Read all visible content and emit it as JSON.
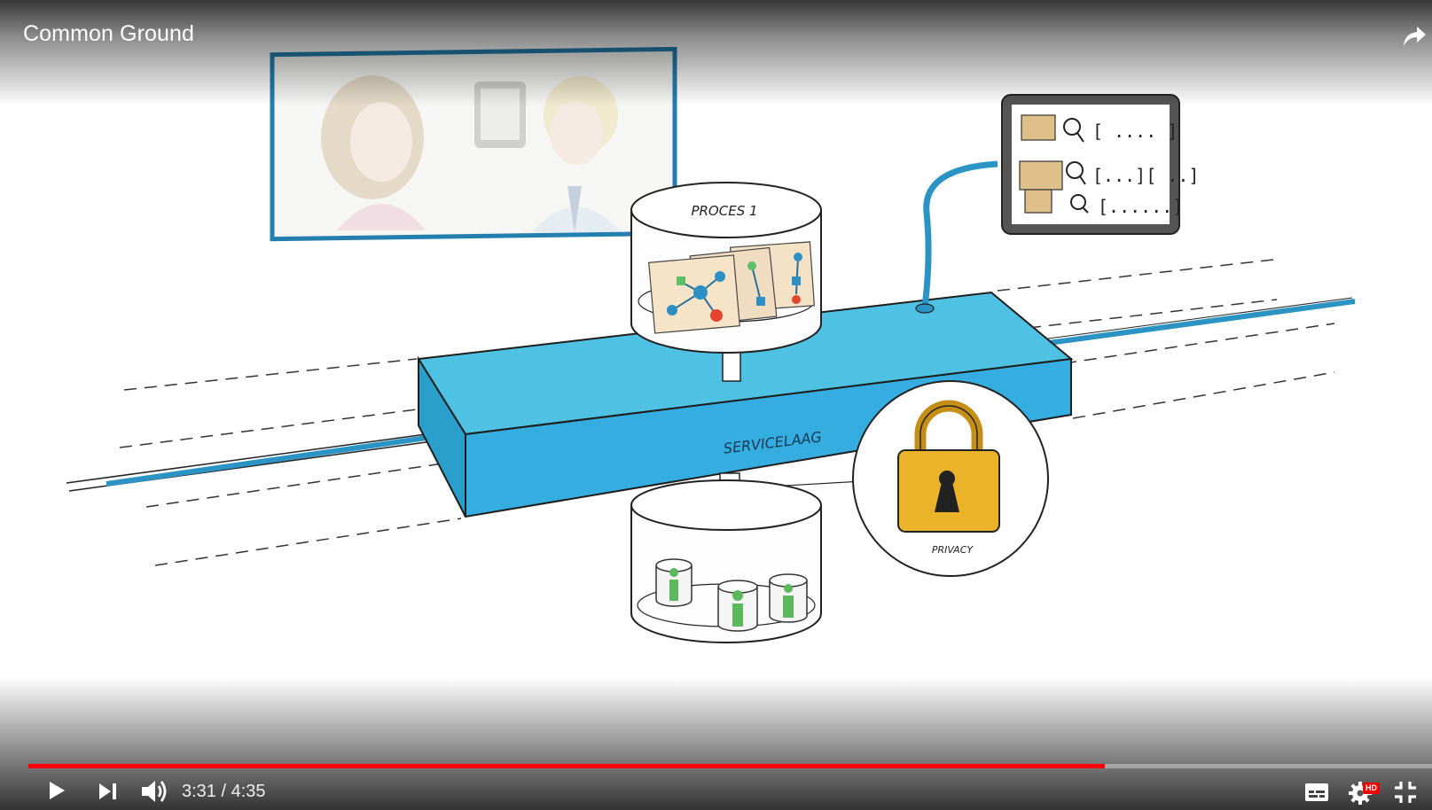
{
  "video": {
    "title": "Common Ground",
    "current_time": "3:31",
    "duration": "4:35",
    "time_display": "3:31 / 4:35",
    "progress_fraction": 0.767,
    "quality_badge": "HD"
  },
  "scene_labels": {
    "process": "PROCES 1",
    "service_layer": "SERVICELAAG",
    "privacy": "PRIVACY"
  },
  "icons": {
    "share": "share-arrow-icon",
    "play": "play-icon",
    "next": "next-icon",
    "volume": "volume-icon",
    "subtitles": "subtitles-icon",
    "settings": "gear-icon",
    "exit_fullscreen": "exit-fullscreen-icon"
  },
  "colors": {
    "progress_played": "#ff0000",
    "service_layer_blue": "#3fb6d9",
    "lock_gold": "#e8b42c"
  }
}
